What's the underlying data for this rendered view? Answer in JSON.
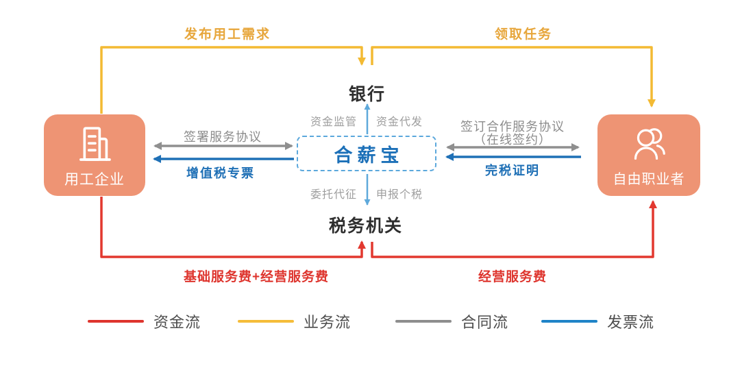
{
  "diagram": {
    "entities": {
      "employer": {
        "label": "用工企业"
      },
      "freelancer": {
        "label": "自由职业者"
      },
      "platform": {
        "label": "合薪宝"
      },
      "bank": {
        "label": "银行"
      },
      "tax_authority": {
        "label": "税务机关"
      }
    },
    "flows": {
      "publish_demand": "发布用工需求",
      "receive_task": "领取任务",
      "sign_service_agreement": "签署服务协议",
      "vat_invoice": "增值税专票",
      "sign_cooperation_agreement_line1": "签订合作服务协议",
      "sign_cooperation_agreement_line2": "（在线签约）",
      "tax_certificate": "完税证明",
      "fund_supervision": "资金监管",
      "fund_distribution": "资金代发",
      "entrusted_collection": "委托代征",
      "tax_declaration": "申报个税",
      "base_plus_operation_fee": "基础服务费+经营服务费",
      "operation_fee": "经营服务费"
    },
    "legend": [
      {
        "label": "资金流",
        "color": "#DE352E"
      },
      {
        "label": "业务流",
        "color": "#F5BD3A"
      },
      {
        "label": "合同流",
        "color": "#8E8E8E"
      },
      {
        "label": "发票流",
        "color": "#1F83C7"
      }
    ],
    "colors": {
      "entity_fill": "#EE9474",
      "yellow_flow": "#F3BA33",
      "red_flow": "#E2382F",
      "gray_flow": "#8F8F8F",
      "dark_blue_flow": "#1F70B6",
      "light_blue_flow": "#5EA9DB",
      "platform_border": "#5BA8DC",
      "platform_text": "#1C70B8",
      "node_text": "#2E2E2E"
    }
  }
}
